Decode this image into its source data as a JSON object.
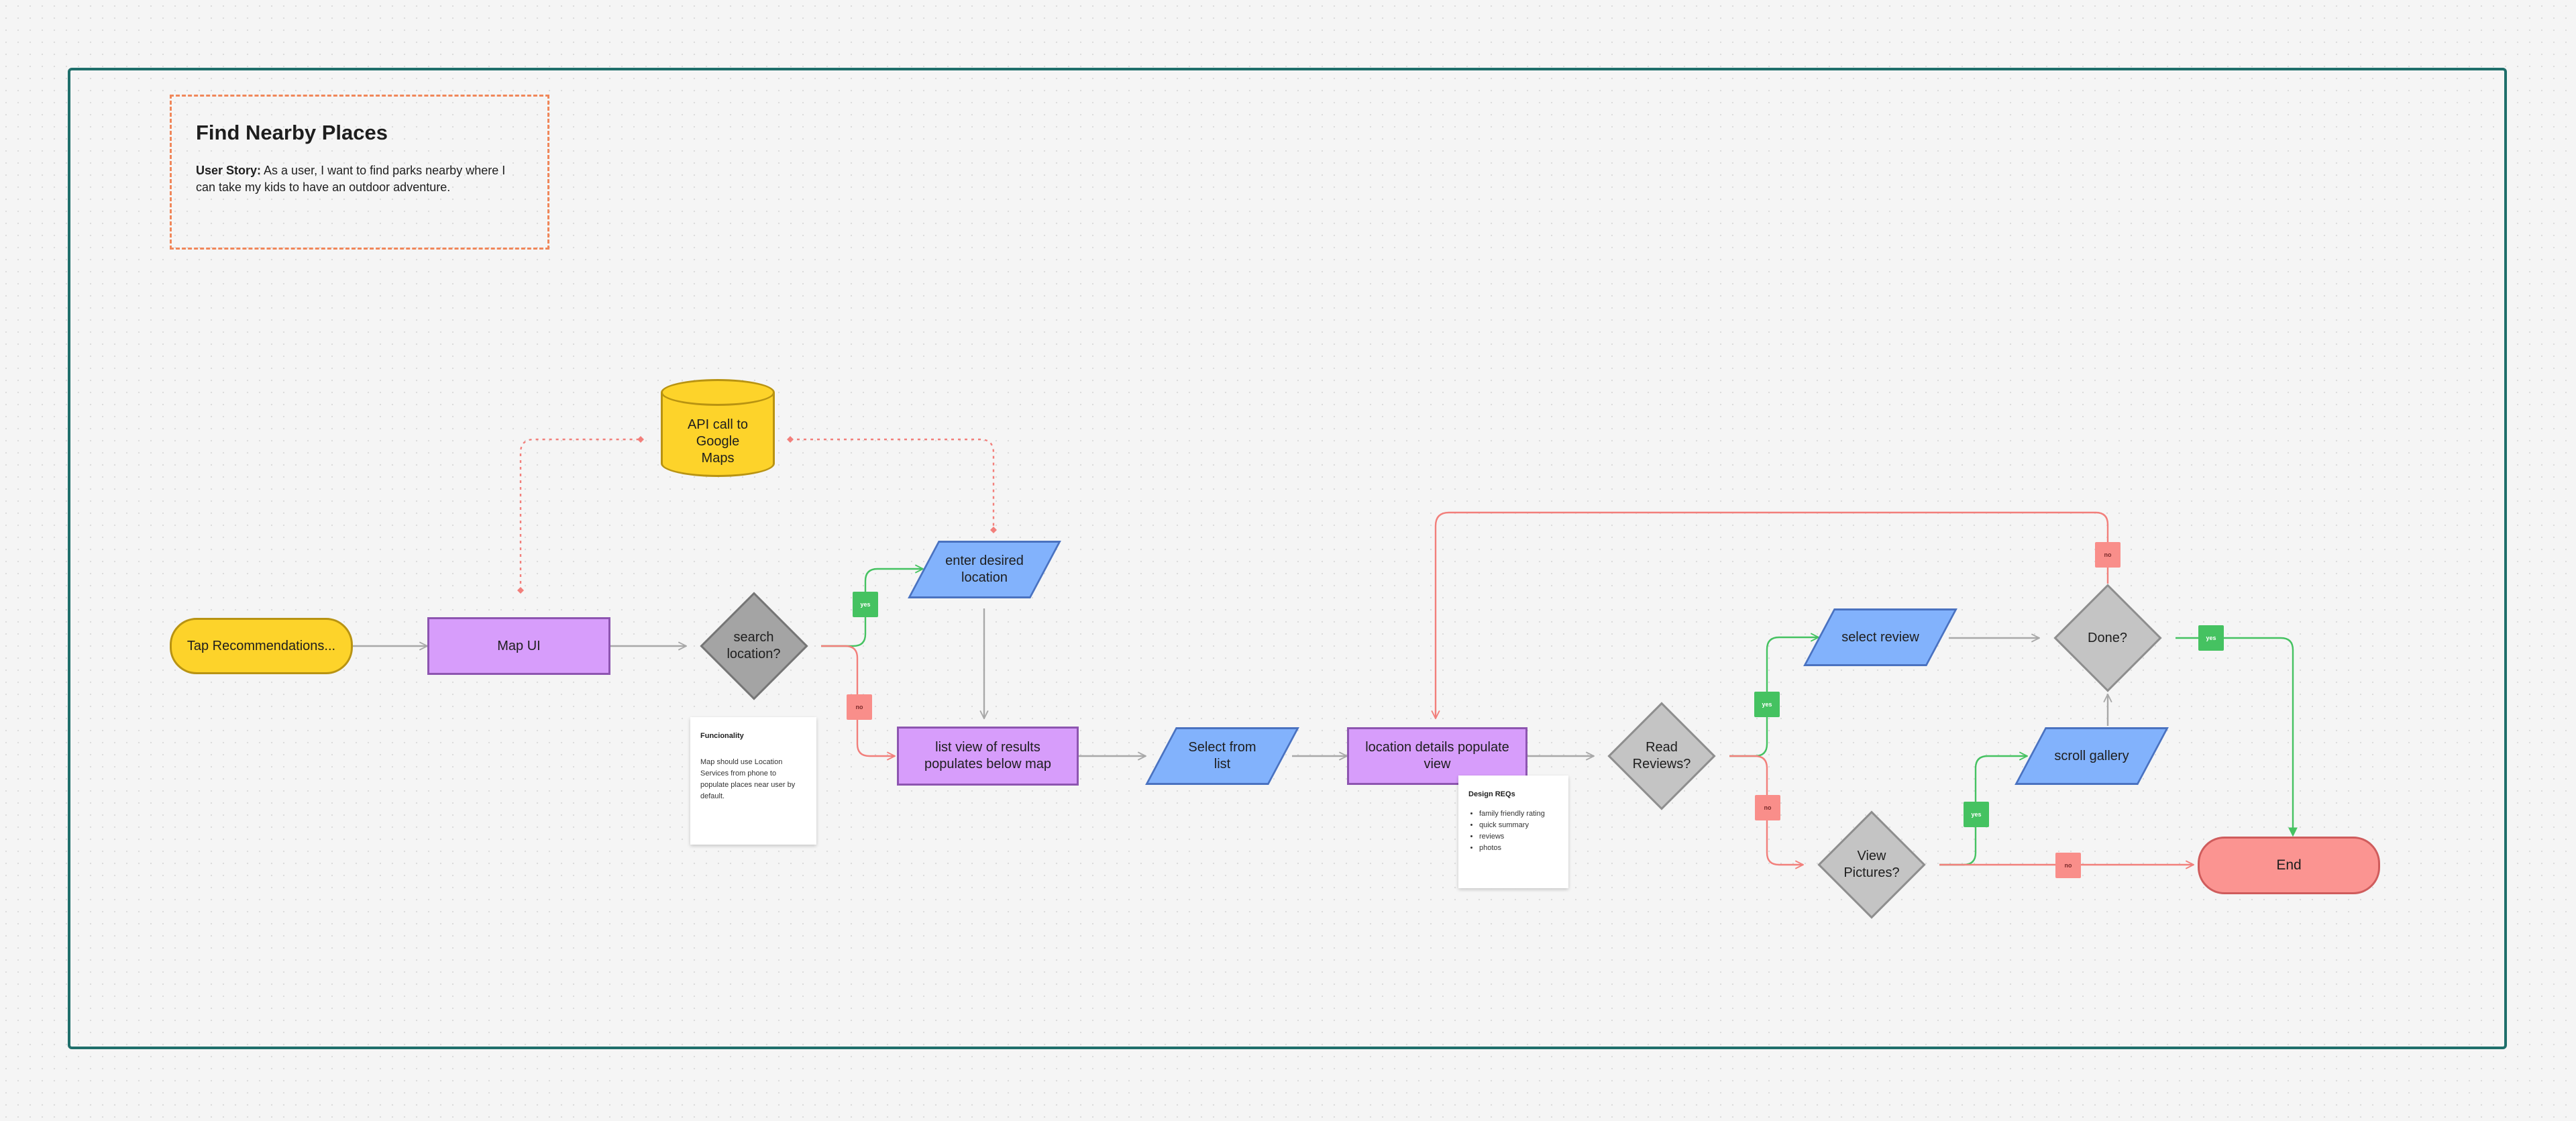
{
  "header": {
    "title": "Find Nearby Places",
    "story_label": "User Story:",
    "story_text": " As a user, I want to find parks nearby where I can take my kids to have an outdoor adventure."
  },
  "nodes": {
    "start": "Tap Recommendations...",
    "map_ui": "Map UI",
    "search_location": "search location?",
    "api_call": "API call to Google Maps",
    "enter_location": "enter desired location",
    "list_view": "list view of results populates below map",
    "select_from_list": "Select from list",
    "location_details": "location details populate view",
    "read_reviews": "Read Reviews?",
    "select_review": "select review",
    "view_pictures": "View Pictures?",
    "scroll_gallery": "scroll gallery",
    "done": "Done?",
    "end": "End"
  },
  "labels": {
    "yes": "yes",
    "no": "no"
  },
  "notes": {
    "functionality": {
      "title": "Funcionality",
      "body": "Map should use Location Services from phone to populate places near user by default."
    },
    "design_reqs": {
      "title": "Design REQs",
      "items": [
        "family friendly rating",
        "quick summary",
        "reviews",
        "photos"
      ]
    }
  },
  "colors": {
    "frame": "#1f6f6b",
    "yes_edge": "#45c261",
    "no_edge": "#f27f7b",
    "neutral_edge": "#a8a8a8",
    "api_edge": "#f27f7b"
  }
}
